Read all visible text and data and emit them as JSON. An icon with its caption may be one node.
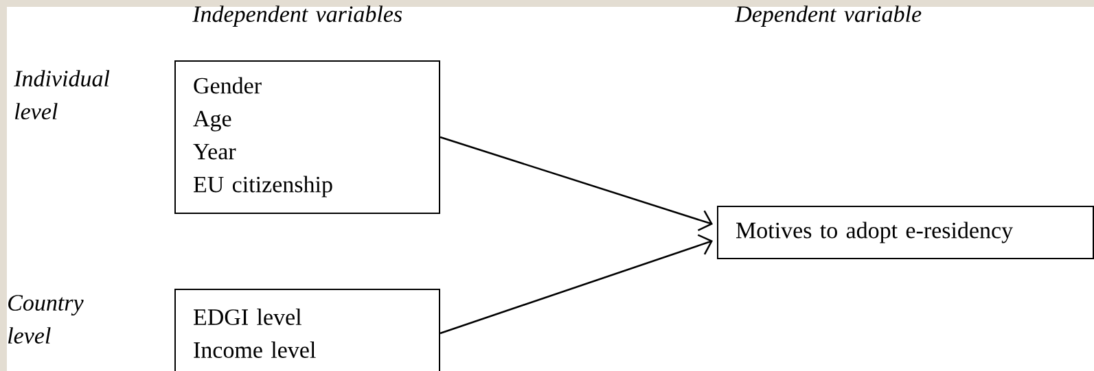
{
  "diagram": {
    "nodes": [
      {
        "text": [
          "Gender",
          "Age",
          "Year",
          "EU citizenship"
        ]
      },
      {
        "text": [
          "EDGI level",
          "Income level"
        ]
      },
      {
        "text": [
          "Motives to adopt e-residency"
        ]
      }
    ],
    "edges": [
      {
        "from": 0,
        "to": 2,
        "arrow": "to"
      },
      {
        "from": 1,
        "to": 2,
        "arrow": "to"
      }
    ],
    "labels": [
      "Independent variables",
      "Dependent variable",
      "Individual level",
      "Country level"
    ]
  }
}
